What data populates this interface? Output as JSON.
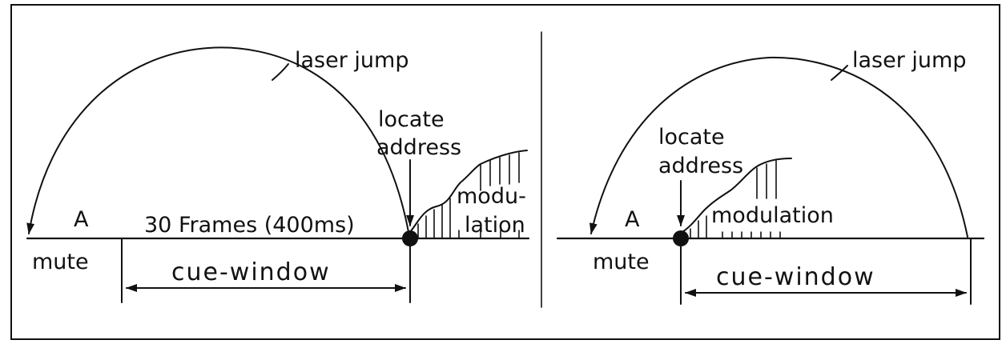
{
  "left_panel": {
    "jump_label": "laser jump",
    "point_label": "A",
    "mute_label": "mute",
    "duration_label": "30 Frames (400ms)",
    "locate_line1": "locate",
    "locate_line2": "address",
    "modulation_line1": "modu-",
    "modulation_line2": "lation",
    "window_label": "cue-window"
  },
  "right_panel": {
    "jump_label": "laser jump",
    "point_label": "A",
    "mute_label": "mute",
    "locate_line1": "locate",
    "locate_line2": "address",
    "modulation_label": "modulation",
    "window_label": "cue-window"
  }
}
